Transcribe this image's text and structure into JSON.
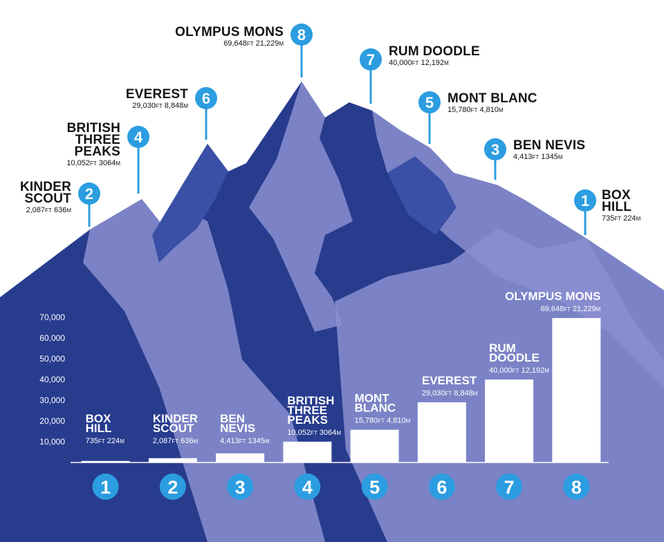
{
  "colors": {
    "mountain_dark": "#283c8e",
    "mountain_mid": "#3a50a6",
    "mountain_light": "#8a8fd0",
    "badge": "#2b9de0",
    "bar": "#ffffff",
    "axis": "#ffffff"
  },
  "chart_data": {
    "type": "bar",
    "title": "",
    "xlabel": "",
    "ylabel": "",
    "ylim": [
      0,
      70000
    ],
    "yticks": [
      "10,000",
      "20,000",
      "30,000",
      "40,000",
      "50,000",
      "60,000",
      "70,000"
    ],
    "ytick_values": [
      10000,
      20000,
      30000,
      40000,
      50000,
      60000,
      70000
    ],
    "grid": false,
    "categories": [
      "1",
      "2",
      "3",
      "4",
      "5",
      "6",
      "7",
      "8"
    ],
    "values": [
      735,
      2087,
      4413,
      10052,
      15780,
      29030,
      40000,
      69648
    ],
    "items": [
      {
        "rank": "1",
        "name": [
          "BOX",
          "HILL"
        ],
        "ft": "735",
        "m": "224"
      },
      {
        "rank": "2",
        "name": [
          "KINDER",
          "SCOUT"
        ],
        "ft": "2,087",
        "m": "636"
      },
      {
        "rank": "3",
        "name": [
          "BEN",
          "NEVIS"
        ],
        "ft": "4,413",
        "m": "1345"
      },
      {
        "rank": "4",
        "name": [
          "BRITISH",
          "THREE",
          "PEAKS"
        ],
        "ft": "10,052",
        "m": "3064"
      },
      {
        "rank": "5",
        "name": [
          "MONT",
          "BLANC"
        ],
        "ft": "15,780",
        "m": "4,810"
      },
      {
        "rank": "6",
        "name": [
          "EVEREST"
        ],
        "ft": "29,030",
        "m": "8,848"
      },
      {
        "rank": "7",
        "name": [
          "RUM",
          "DOODLE"
        ],
        "ft": "40,000",
        "m": "12,192"
      },
      {
        "rank": "8",
        "name": [
          "OLYMPUS MONS"
        ],
        "ft": "69,648",
        "m": "21,229"
      }
    ],
    "peak_labels": [
      {
        "rank": "8",
        "name": [
          "OLYMPUS MONS"
        ],
        "ft": "69,648",
        "m": "21,229"
      },
      {
        "rank": "7",
        "name": [
          "RUM DOODLE"
        ],
        "ft": "40,000",
        "m": "12,192"
      },
      {
        "rank": "6",
        "name": [
          "EVEREST"
        ],
        "ft": "29,030",
        "m": "8,848"
      },
      {
        "rank": "5",
        "name": [
          "MONT BLANC"
        ],
        "ft": "15,780",
        "m": "4,810"
      },
      {
        "rank": "4",
        "name": [
          "BRITISH",
          "THREE",
          "PEAKS"
        ],
        "ft": "10,052",
        "m": "3064"
      },
      {
        "rank": "3",
        "name": [
          "BEN NEVIS"
        ],
        "ft": "4,413",
        "m": "1345"
      },
      {
        "rank": "2",
        "name": [
          "KINDER",
          "SCOUT"
        ],
        "ft": "2,087",
        "m": "636"
      },
      {
        "rank": "1",
        "name": [
          "BOX",
          "HILL"
        ],
        "ft": "735",
        "m": "224"
      }
    ],
    "units": {
      "ft": "FT",
      "m": "M"
    }
  }
}
